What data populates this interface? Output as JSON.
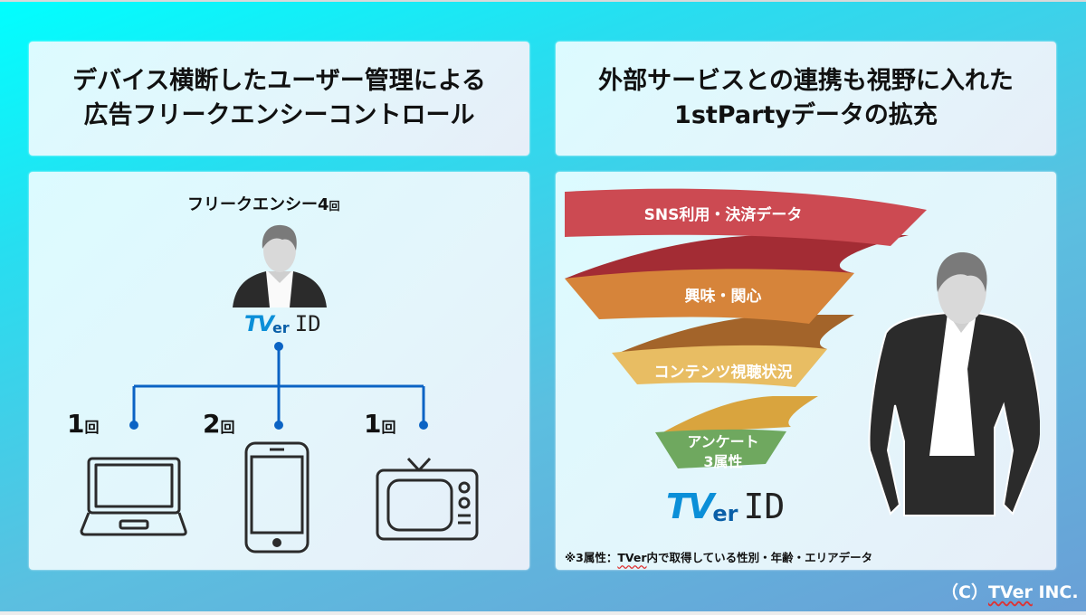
{
  "left_panel": {
    "title_line1": "デバイス横断したユーザー管理による",
    "title_line2": "広告フリークエンシーコントロール",
    "frequency_label": "フリークエンシー4",
    "frequency_unit": "回",
    "logo": {
      "tv": "TV",
      "er": "er",
      "id": "ID"
    },
    "devices": [
      {
        "name": "laptop",
        "count": "1",
        "unit": "回"
      },
      {
        "name": "smartphone",
        "count": "2",
        "unit": "回"
      },
      {
        "name": "tv",
        "count": "1",
        "unit": "回"
      }
    ],
    "line_color": "#0b63c4"
  },
  "right_panel": {
    "title_line1": "外部サービスとの連携も視野に入れた",
    "title_line2": "1stPartyデータの拡充",
    "funnel": [
      {
        "label": "SNS利用・決済データ",
        "color": "#cc4a52",
        "fold_color": "#a32c34"
      },
      {
        "label": "興味・関心",
        "color": "#d6843a",
        "fold_color": "#a3642a"
      },
      {
        "label": "コンテンツ視聴状況",
        "color": "#e8bd63",
        "fold_color": "#d9a43e"
      },
      {
        "label_line1": "アンケート",
        "label_line2": "3属性",
        "color": "#6fa85f"
      }
    ],
    "logo": {
      "tv": "TV",
      "er": "er",
      "id": "ID"
    },
    "note_prefix": "※3属性：",
    "note_brand": "TVer",
    "note_suffix": "内で取得している性別・年齢・エリアデータ"
  },
  "footer": {
    "copyright_prefix": "（C）",
    "copyright_brand": "TVer",
    "copyright_suffix": " INC."
  }
}
